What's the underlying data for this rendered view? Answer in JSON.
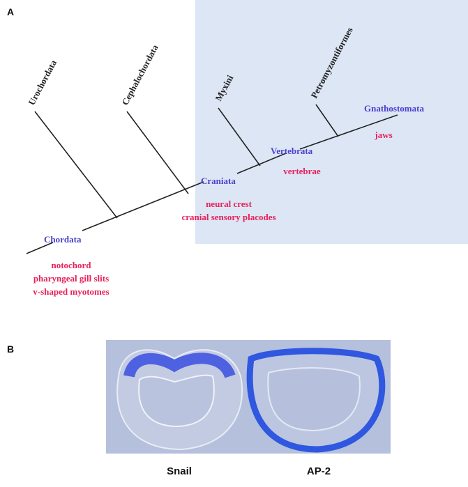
{
  "panel_a": {
    "label": "A",
    "taxa": [
      "Urochordata",
      "Cephalochordata",
      "Myxini",
      "Petromyzontiformes"
    ],
    "clades": {
      "chordata": "Chordata",
      "craniata": "Craniata",
      "vertebrata": "Vertebrata",
      "gnathostomata": "Gnathostomata"
    },
    "traits": {
      "chordata": [
        "notochord",
        "pharyngeal gill slits",
        "v-shaped myotomes"
      ],
      "craniata": [
        "neural crest",
        "cranial sensory placodes"
      ],
      "vertebrata": "vertebrae",
      "gnathostomata": "jaws"
    },
    "colors": {
      "highlight": "#dce6f5",
      "clade": "#4a3fd0",
      "trait": "#e8205a"
    }
  },
  "panel_b": {
    "label": "B",
    "captions": [
      "Snail",
      "AP-2"
    ],
    "colors": {
      "background": "#b4c0dc",
      "stain": "#2f57e0"
    }
  }
}
